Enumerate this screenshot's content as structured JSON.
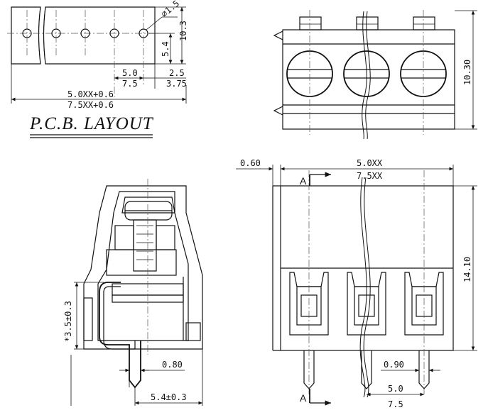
{
  "pcb": {
    "title": "P.C.B.  LAYOUT",
    "hole_dia": "⌀1.5",
    "height": "10.3",
    "hole_offset": "5.4",
    "pitch_a": "5.0",
    "pitch_b": "7.5",
    "edge_a": "2.5",
    "edge_b": "3.75",
    "total_a": "5.0XX+0.6",
    "total_b": "7.5XX+0.6"
  },
  "top_view": {
    "height": "10.30"
  },
  "side_view": {
    "pin_height": "3.5±0.3",
    "star": "*",
    "pin_width": "0.80",
    "pin_offset": "5.4±0.3"
  },
  "front_view": {
    "overhang": "0.60",
    "width_a": "5.0XX",
    "width_b": "7.5XX",
    "height": "14.10",
    "pin_width": "0.90",
    "pitch_a": "5.0",
    "pitch_b": "7.5",
    "section_label": "A"
  }
}
